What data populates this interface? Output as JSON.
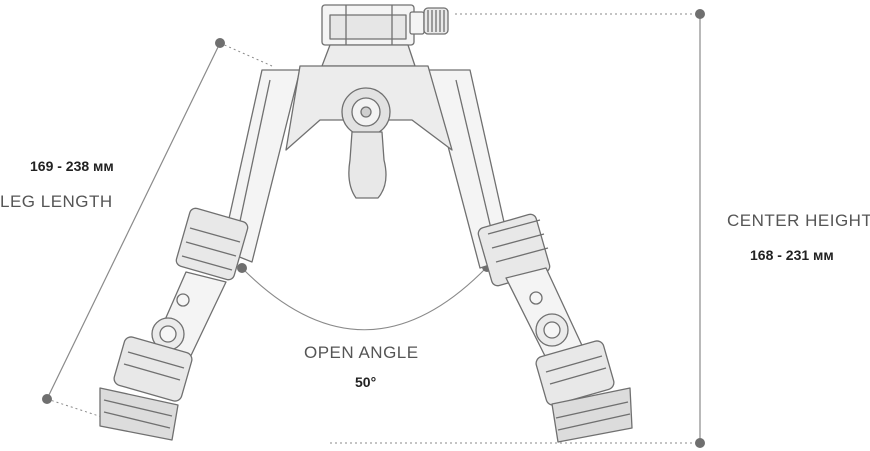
{
  "leg_length": {
    "caption": "LEG LENGTH",
    "value": "169 - 238 мм"
  },
  "center_height": {
    "caption": "CENTER HEIGHT",
    "value": "168 - 231 мм"
  },
  "open_angle": {
    "caption": "OPEN ANGLE",
    "value": "50°"
  },
  "colors": {
    "line": "#8a8a8a",
    "dot": "#6f6f6f",
    "outline": "#707070",
    "fill": "#f4f4f4",
    "shade": "#d9d9d9"
  }
}
